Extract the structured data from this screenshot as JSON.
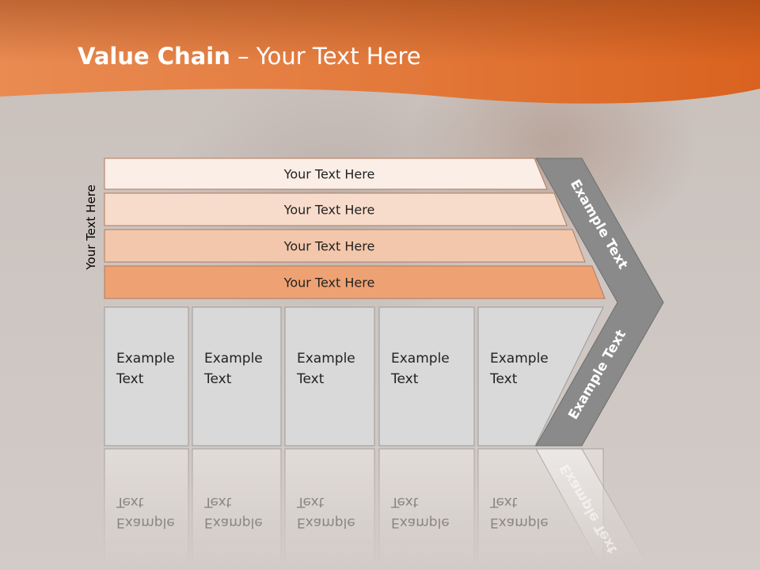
{
  "title": {
    "bold": "Value Chain",
    "rest": " – Your Text Here"
  },
  "side_label": "Your Text Here",
  "bars": [
    {
      "label": "Your Text Here",
      "color": "#fbeee7"
    },
    {
      "label": "Your Text Here",
      "color": "#f8dccb"
    },
    {
      "label": "Your Text Here",
      "color": "#f3c7ab"
    },
    {
      "label": "Your Text Here",
      "color": "#eea273"
    }
  ],
  "columns": [
    {
      "line1": "Example",
      "line2": "Text"
    },
    {
      "line1": "Example",
      "line2": "Text"
    },
    {
      "line1": "Example",
      "line2": "Text"
    },
    {
      "line1": "Example",
      "line2": "Text"
    },
    {
      "line1": "Example",
      "line2": "Text"
    }
  ],
  "chevron": {
    "upper": "Example Text",
    "lower": "Example Text",
    "color": "#8a8a8a"
  },
  "colors": {
    "header": "#e07233",
    "box": "#d9d9d9"
  }
}
